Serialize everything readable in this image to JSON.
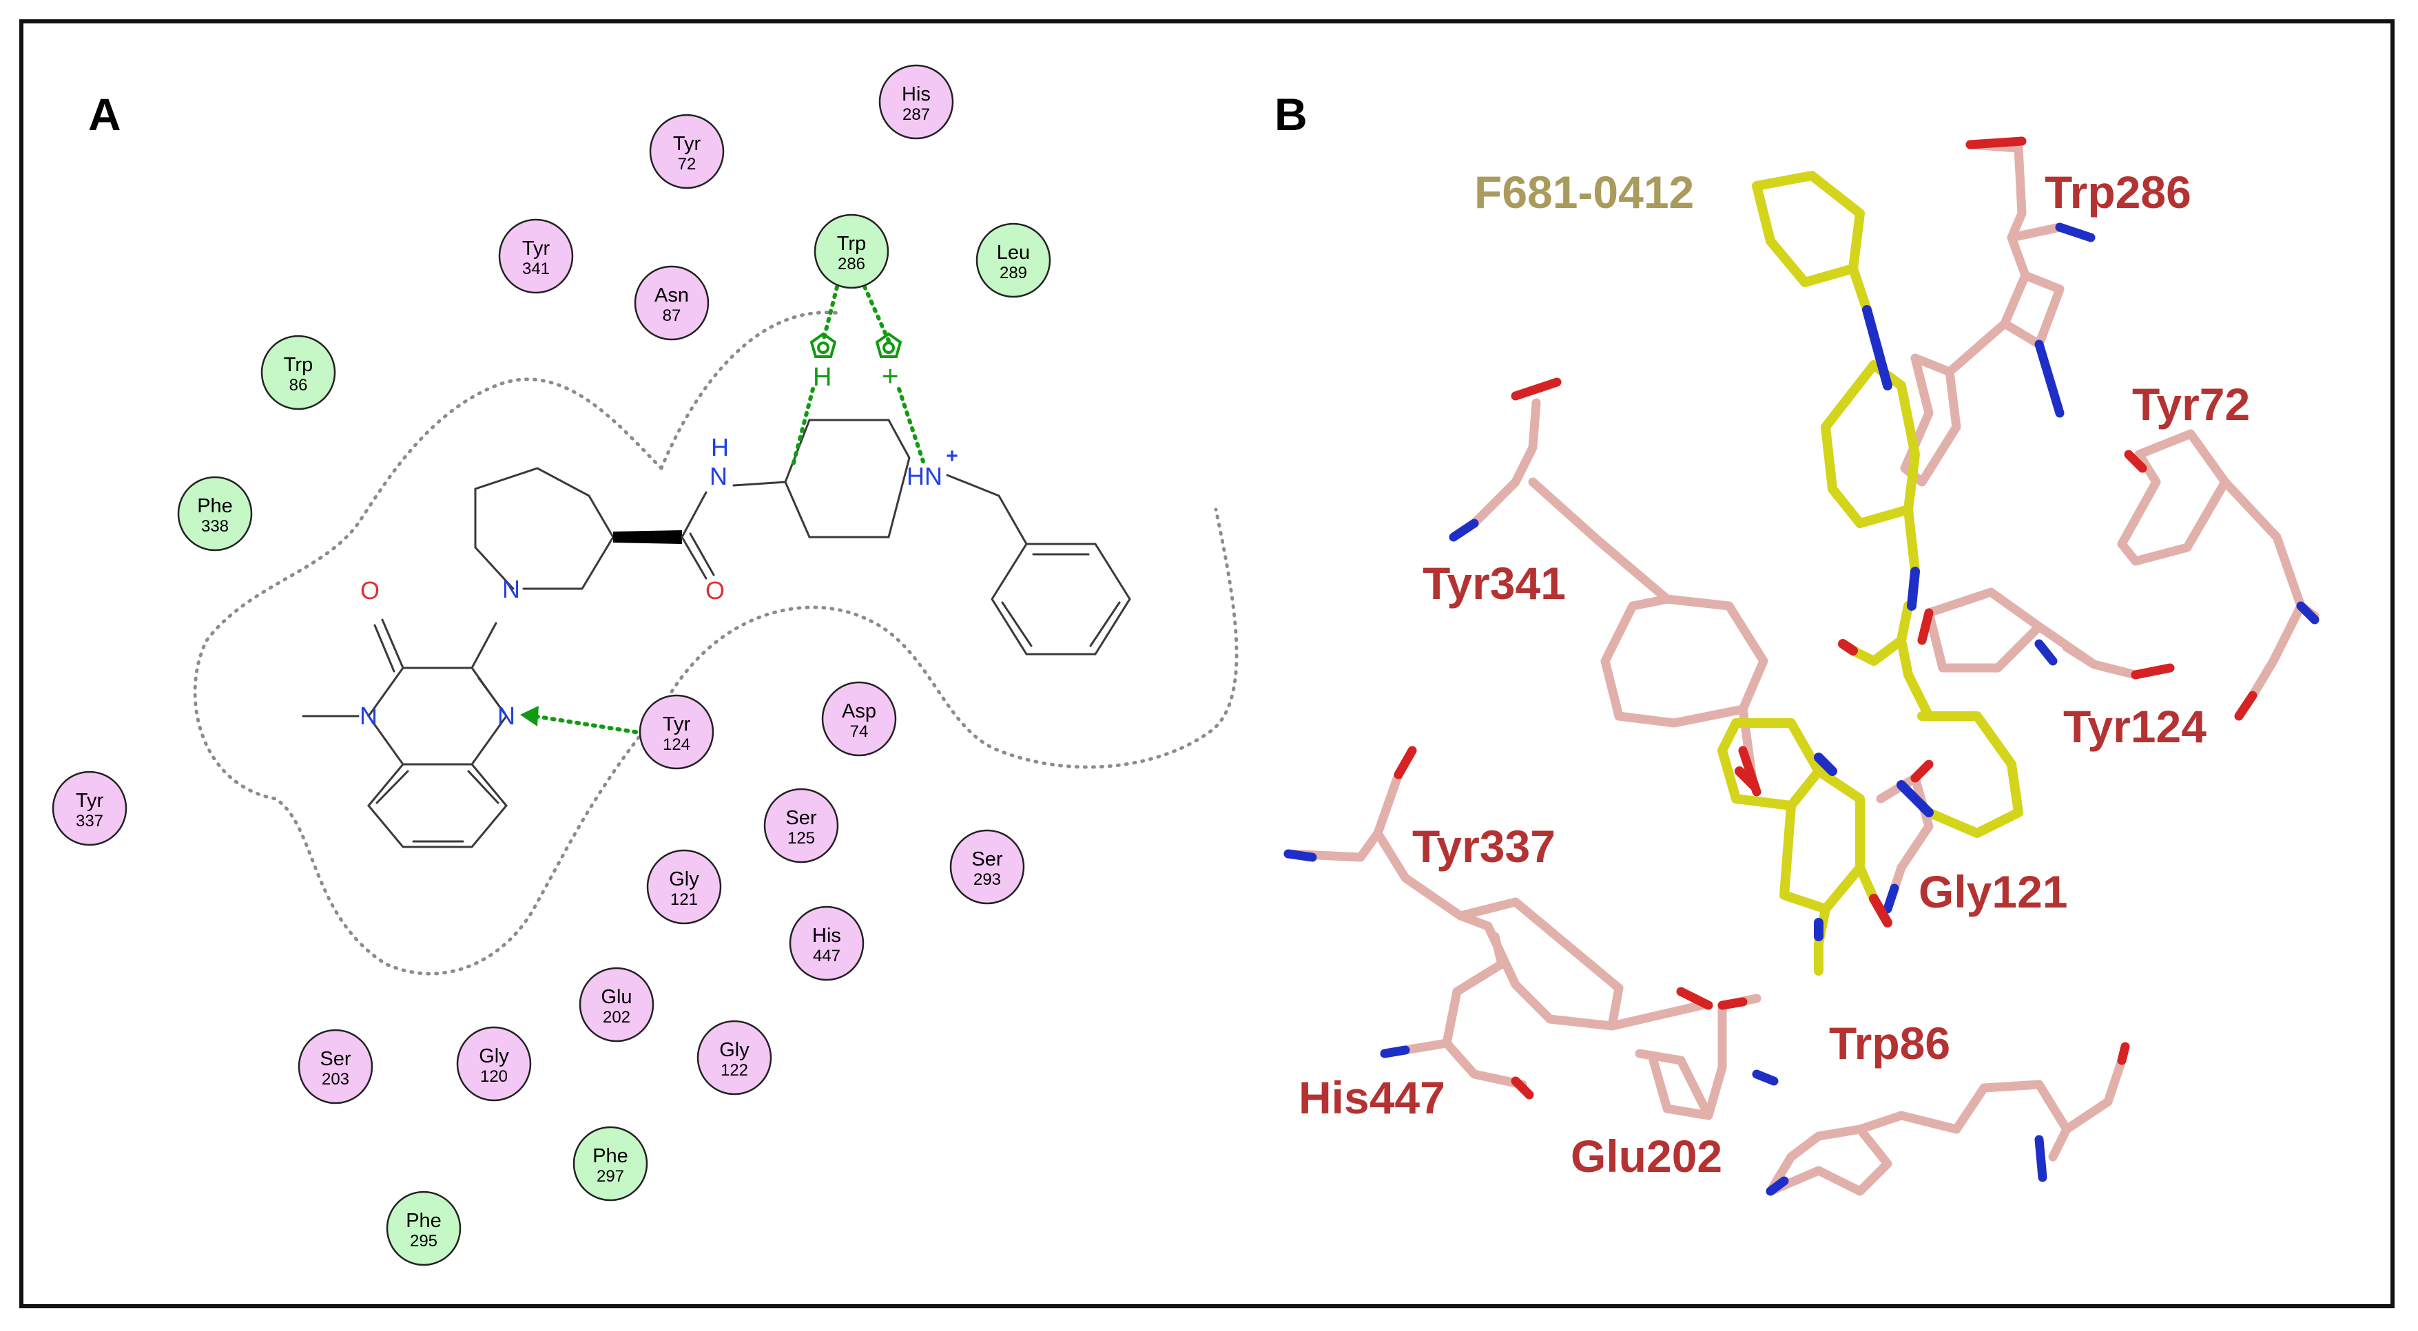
{
  "panels": {
    "a_label": "A",
    "b_label": "B"
  },
  "colors": {
    "pink_residue": "#f4c8f5",
    "green_residue": "#c6f7c6",
    "interaction": "#119b11",
    "ligand_stick": "#d4d41a",
    "residue_stick": "#e2b0aa",
    "label_red": "#b43232",
    "ligand_label": "#a89b5c"
  },
  "panel_a": {
    "residues": [
      {
        "id": "his287",
        "name": "His",
        "num": "287",
        "type": "pink"
      },
      {
        "id": "tyr72",
        "name": "Tyr",
        "num": "72",
        "type": "pink"
      },
      {
        "id": "tyr341",
        "name": "Tyr",
        "num": "341",
        "type": "pink"
      },
      {
        "id": "asn87",
        "name": "Asn",
        "num": "87",
        "type": "pink"
      },
      {
        "id": "trp286",
        "name": "Trp",
        "num": "286",
        "type": "green"
      },
      {
        "id": "leu289",
        "name": "Leu",
        "num": "289",
        "type": "green"
      },
      {
        "id": "trp86",
        "name": "Trp",
        "num": "86",
        "type": "green"
      },
      {
        "id": "phe338",
        "name": "Phe",
        "num": "338",
        "type": "green"
      },
      {
        "id": "tyr337",
        "name": "Tyr",
        "num": "337",
        "type": "pink"
      },
      {
        "id": "tyr124",
        "name": "Tyr",
        "num": "124",
        "type": "pink"
      },
      {
        "id": "asp74",
        "name": "Asp",
        "num": "74",
        "type": "pink"
      },
      {
        "id": "ser125",
        "name": "Ser",
        "num": "125",
        "type": "pink"
      },
      {
        "id": "ser293",
        "name": "Ser",
        "num": "293",
        "type": "pink"
      },
      {
        "id": "gly121",
        "name": "Gly",
        "num": "121",
        "type": "pink"
      },
      {
        "id": "his447",
        "name": "His",
        "num": "447",
        "type": "pink"
      },
      {
        "id": "glu202",
        "name": "Glu",
        "num": "202",
        "type": "pink",
        "highlight": true
      },
      {
        "id": "gly122",
        "name": "Gly",
        "num": "122",
        "type": "pink"
      },
      {
        "id": "ser203",
        "name": "Ser",
        "num": "203",
        "type": "pink"
      },
      {
        "id": "gly120",
        "name": "Gly",
        "num": "120",
        "type": "pink"
      },
      {
        "id": "phe297",
        "name": "Phe",
        "num": "297",
        "type": "green"
      },
      {
        "id": "phe295",
        "name": "Phe",
        "num": "295",
        "type": "green"
      }
    ],
    "atoms": {
      "o1": "O",
      "o2": "O",
      "n_lactam": "N",
      "n_pip": "N",
      "n_ring": "N",
      "nh_h": "H",
      "nh_n": "N",
      "hn_ring": "HN",
      "plus": "+"
    },
    "interaction_labels": {
      "h": "H",
      "plus": "+"
    }
  },
  "panel_b": {
    "ligand_label": "F681-0412",
    "residue_labels": [
      {
        "id": "trp286",
        "text": "Trp286"
      },
      {
        "id": "tyr72",
        "text": "Tyr72"
      },
      {
        "id": "tyr341",
        "text": "Tyr341"
      },
      {
        "id": "tyr124",
        "text": "Tyr124"
      },
      {
        "id": "tyr337",
        "text": "Tyr337"
      },
      {
        "id": "gly121",
        "text": "Gly121"
      },
      {
        "id": "trp86",
        "text": "Trp86"
      },
      {
        "id": "his447",
        "text": "His447"
      },
      {
        "id": "glu202",
        "text": "Glu202"
      }
    ]
  }
}
